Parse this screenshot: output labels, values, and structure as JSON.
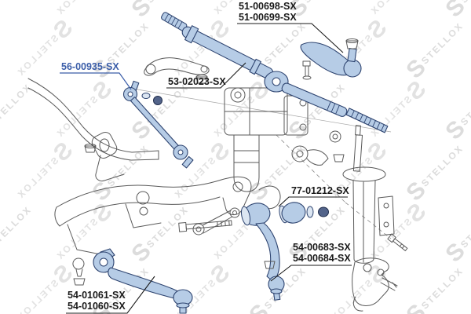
{
  "diagram": {
    "watermark_text": "STELLOX",
    "colors": {
      "part_highlight_fill": "#b6cce6",
      "part_highlight_stroke": "#2e4470",
      "active_link_blue": "#3a5da8",
      "label_text": "#1a1a1a",
      "outline_gray": "#5a5a5a",
      "watermark_gray": "#dcdcdc"
    },
    "labels": {
      "tie_rod_ends": {
        "line1": "51-00698-SX",
        "line2": "51-00699-SX"
      },
      "stabilizer_link": {
        "text": "56-00935-SX"
      },
      "center_rod": {
        "text": "53-02023-SX"
      },
      "control_arm_bushing": {
        "text": "77-01212-SX"
      },
      "control_arm_front": {
        "line1": "54-00683-SX",
        "line2": "54-00684-SX"
      },
      "control_arm_lower": {
        "line1": "54-01061-SX",
        "line2": "54-01060-SX"
      }
    }
  }
}
